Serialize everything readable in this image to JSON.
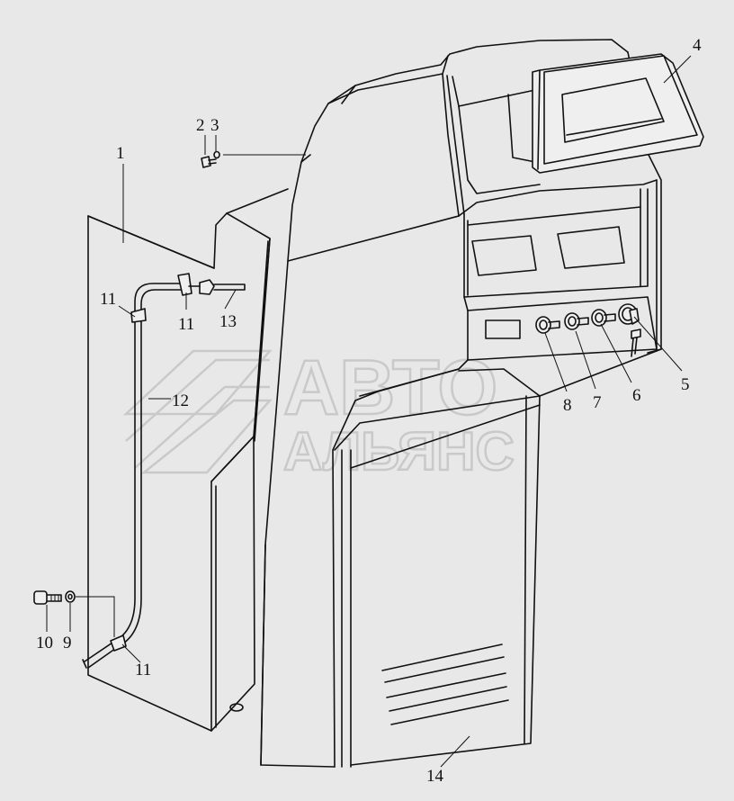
{
  "watermark": {
    "line1": "АВТО",
    "line2": "АЛЬЯНС"
  },
  "callouts": [
    {
      "id": "1",
      "text": "1"
    },
    {
      "id": "2",
      "text": "2"
    },
    {
      "id": "3",
      "text": "3"
    },
    {
      "id": "4",
      "text": "4"
    },
    {
      "id": "5",
      "text": "5"
    },
    {
      "id": "6",
      "text": "6"
    },
    {
      "id": "7",
      "text": "7"
    },
    {
      "id": "8",
      "text": "8"
    },
    {
      "id": "9",
      "text": "9"
    },
    {
      "id": "10",
      "text": "10"
    },
    {
      "id": "11a",
      "text": "11"
    },
    {
      "id": "11b",
      "text": "11"
    },
    {
      "id": "11c",
      "text": "11"
    },
    {
      "id": "12",
      "text": "12"
    },
    {
      "id": "13",
      "text": "13"
    },
    {
      "id": "14",
      "text": "14"
    }
  ],
  "colors": {
    "background": "#e8e8e8",
    "line": "#111111",
    "watermark": "#c9c9c9"
  }
}
